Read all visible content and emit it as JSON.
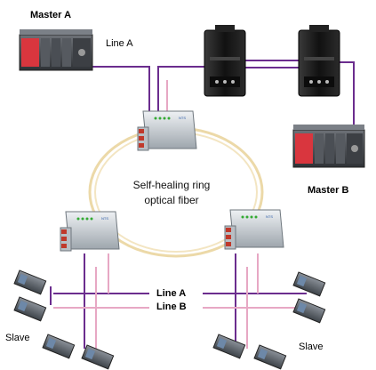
{
  "labels": {
    "master_a": "Master A",
    "master_b": "Master B",
    "line_a_top": "Line A",
    "ring_line1": "Self-healing ring",
    "ring_line2": "optical fiber",
    "bus_line_a": "Line A",
    "bus_line_b": "Line B",
    "slave_left": "Slave",
    "slave_right": "Slave"
  },
  "colors": {
    "line_a": "#6b2d8e",
    "line_b": "#e7a8c4",
    "fiber_ring": "#ecd9a8",
    "plc_red": "#d9363e",
    "converter_body": "#c9ced3",
    "gateway_body": "#1e1e1e"
  },
  "device_label": "NTS"
}
